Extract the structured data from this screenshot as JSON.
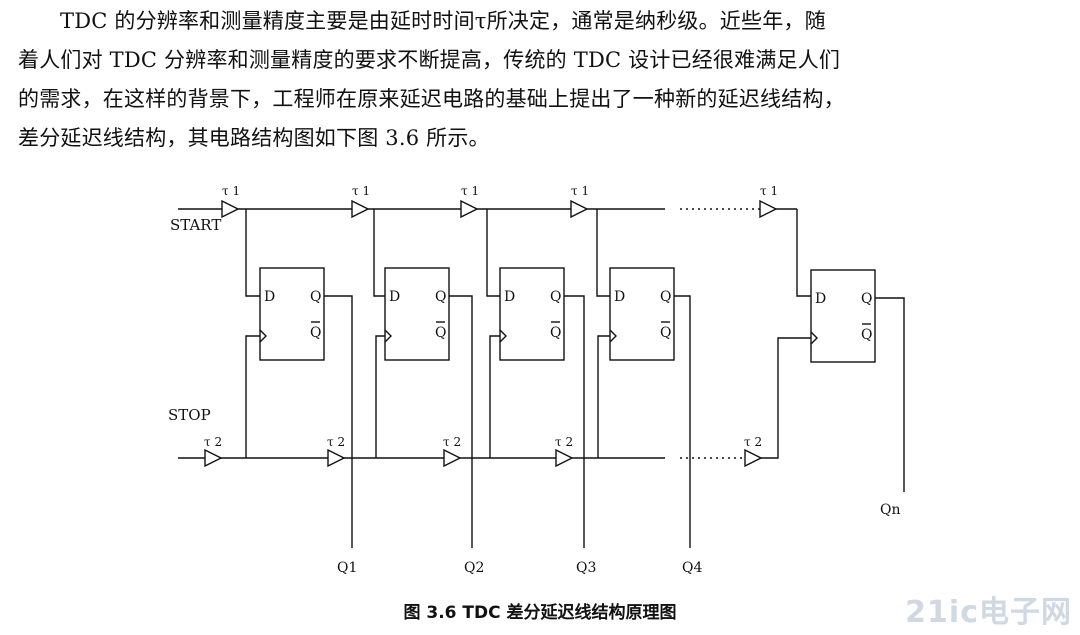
{
  "paragraph": {
    "line1": "TDC 的分辨率和测量精度主要是由延时时间τ所决定，通常是纳秒级。近些年，随",
    "line2": "着人们对 TDC 分辨率和测量精度的要求不断提高，传统的 TDC 设计已经很难满足人们",
    "line3": "的需求，在这样的背景下，工程师在原来延迟电路的基础上提出了一种新的延迟线结构，",
    "line4": "差分延迟线结构，其电路结构图如下图 3.6 所示。"
  },
  "diagram": {
    "start_label": "START",
    "stop_label": "STOP",
    "tau1": "τ 1",
    "tau2": "τ 2",
    "d_label": "D",
    "q_label": "Q",
    "qbar_label": "Q",
    "outputs": [
      "Q1",
      "Q2",
      "Q3",
      "Q4",
      "Qn"
    ]
  },
  "caption": "图 3.6 TDC 差分延迟线结构原理图",
  "watermark": "21ic电子网"
}
